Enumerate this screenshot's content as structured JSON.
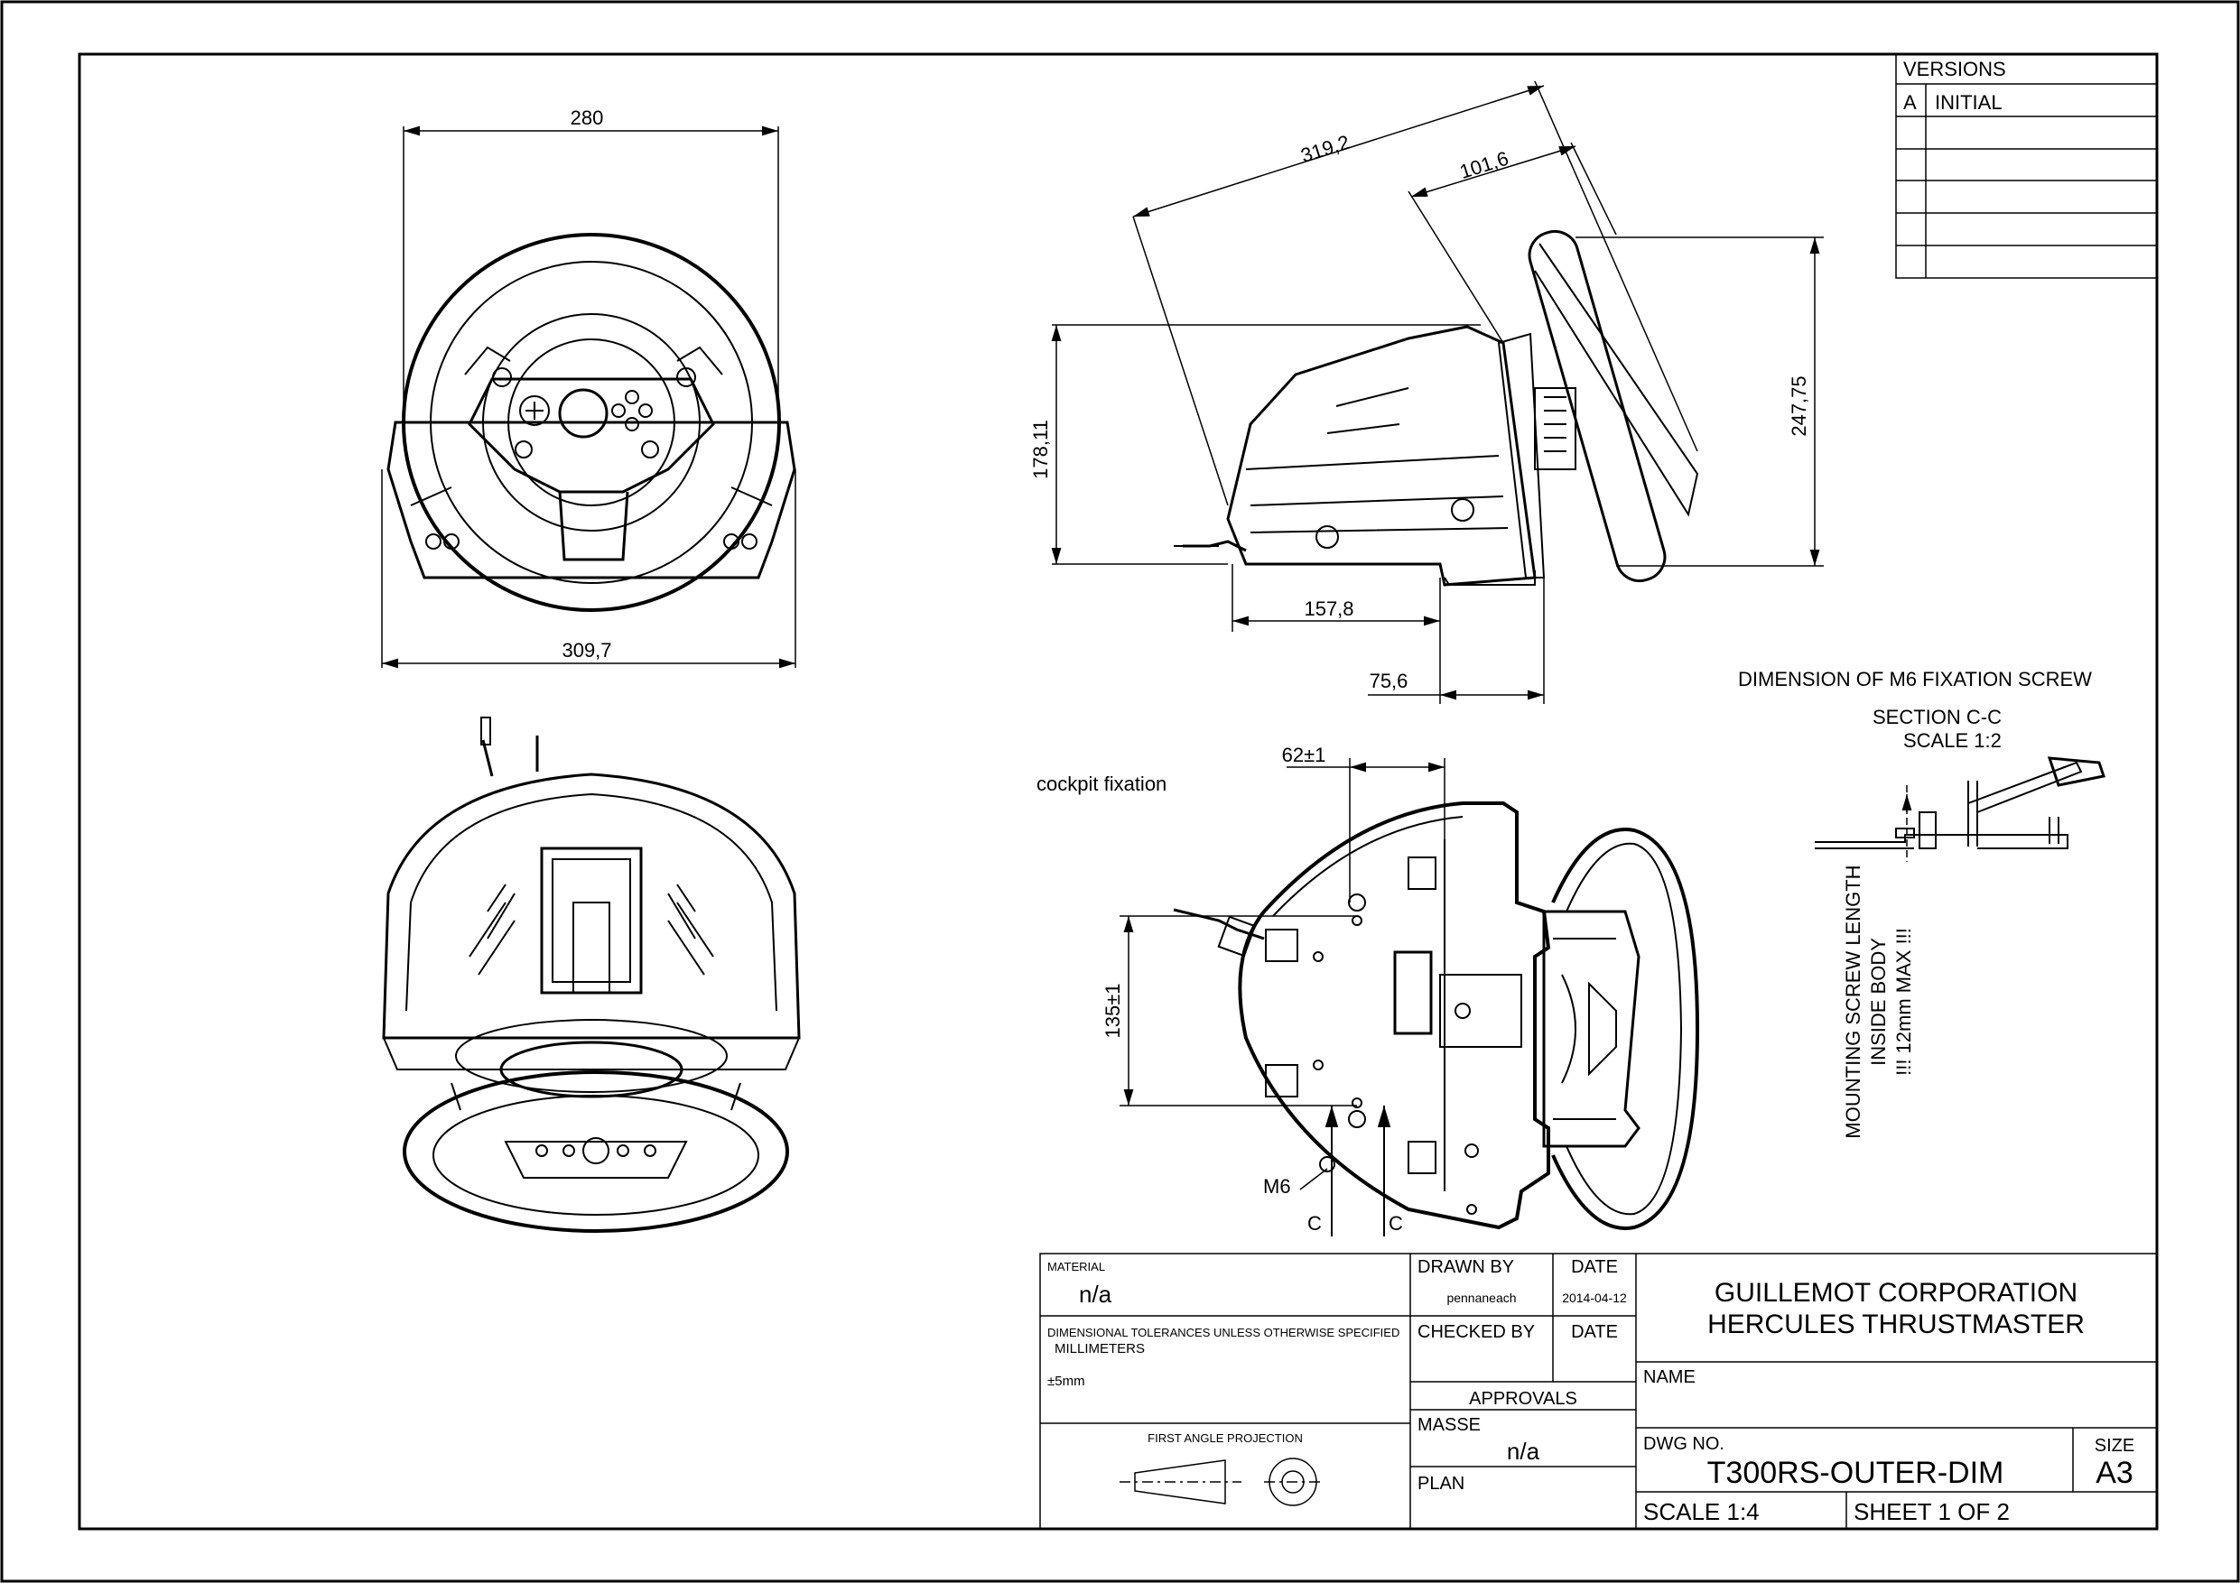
{
  "dimensions": {
    "front_width": "280",
    "base_width": "309,7",
    "diagonal": "319,2",
    "wheel_depth": "101,6",
    "height_left": "178,11",
    "height_right": "247,75",
    "base_length": "157,8",
    "offset": "75,6",
    "fix_x": "62±1",
    "fix_y": "135±1"
  },
  "labels": {
    "cockpit_fixation": "cockpit fixation",
    "m6": "M6",
    "section_c": "C",
    "m6_title": "DIMENSION OF M6 FIXATION SCREW",
    "section": "SECTION  C-C",
    "scale_detail": "SCALE  1:2",
    "screw_note_1": "MOUNTING SCREW LENGTH",
    "screw_note_2": "INSIDE BODY",
    "screw_note_3": "!!! 12mm MAX !!!"
  },
  "versions": {
    "header": "VERSIONS",
    "rows": [
      {
        "rev": "A",
        "desc": "INITIAL"
      },
      {
        "rev": "",
        "desc": ""
      },
      {
        "rev": "",
        "desc": ""
      },
      {
        "rev": "",
        "desc": ""
      },
      {
        "rev": "",
        "desc": ""
      },
      {
        "rev": "",
        "desc": ""
      }
    ]
  },
  "title_block": {
    "material_label": "MATERIAL",
    "material_value": "n/a",
    "tolerance_label": "DIMENSIONAL TOLERANCES UNLESS OTHERWISE SPECIFIED",
    "tolerance_unit": "MILLIMETERS",
    "tolerance_value": "±5mm",
    "projection": "FIRST ANGLE PROJECTION",
    "drawn_by_label": "DRAWN BY",
    "drawn_by": "pennaneach",
    "date_label": "DATE",
    "date": "2014-04-12",
    "checked_by_label": "CHECKED BY",
    "checked_date_label": "DATE",
    "approvals": "APPROVALS",
    "masse_label": "MASSE",
    "masse_value": "n/a",
    "plan_label": "PLAN",
    "company_1": "GUILLEMOT CORPORATION",
    "company_2": "HERCULES THRUSTMASTER",
    "name_label": "NAME",
    "dwg_label": "DWG NO.",
    "dwg_no": "T300RS-OUTER-DIM",
    "size_label": "SIZE",
    "size": "A3",
    "scale": "SCALE 1:4",
    "sheet": "SHEET 1 OF 2"
  }
}
